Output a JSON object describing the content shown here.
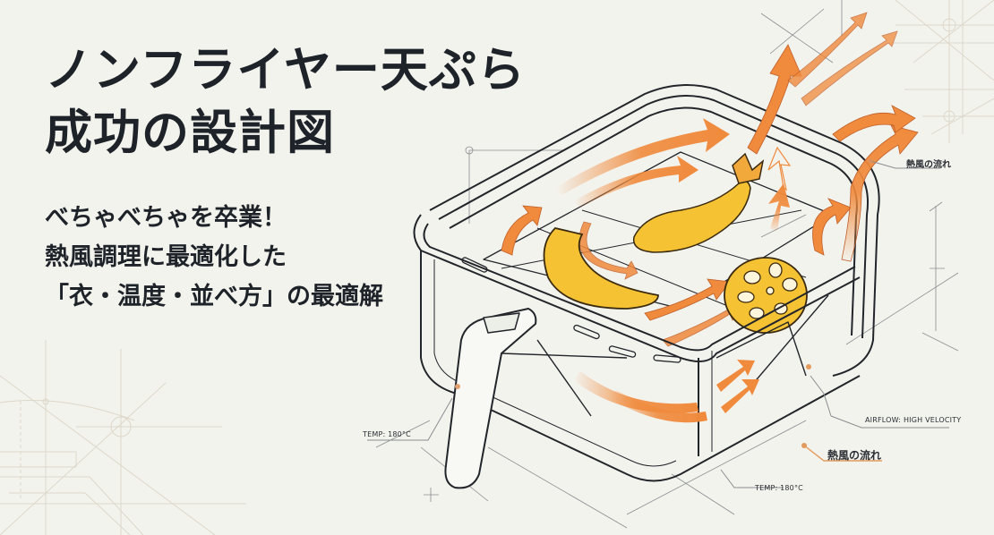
{
  "headline": {
    "line1": "ノンフライヤー天ぷら",
    "line2": "成功の設計図"
  },
  "subheadline": {
    "line1": "べちゃべちゃを卒業！",
    "line2": "熱風調理に最適化した",
    "line3": "「衣・温度・並べ方」の最適解"
  },
  "annotations": {
    "hot_air_flow_top": "熱風の流れ",
    "airflow_velocity": "AIRFLOW: HIGH VELOCITY",
    "hot_air_flow_bottom": "熱風の流れ",
    "temp_left": "TEMP: 180°C",
    "temp_bottom": "TEMP: 180°C"
  },
  "illustration": {
    "subject": "air-fryer-basket-isometric-blueprint",
    "foods": [
      "shrimp-tempura",
      "kabocha-slice",
      "lotus-root-slice"
    ],
    "icons": [
      "airflow-arrow",
      "dimension-marker",
      "crosshair"
    ]
  },
  "colors": {
    "background": "#f3f3ee",
    "text": "#1e2329",
    "arrow_orange": "#f08a3c",
    "food_yellow": "#f5c233",
    "line_dark": "#22262b",
    "grid_beige": "#dcd6c8"
  }
}
